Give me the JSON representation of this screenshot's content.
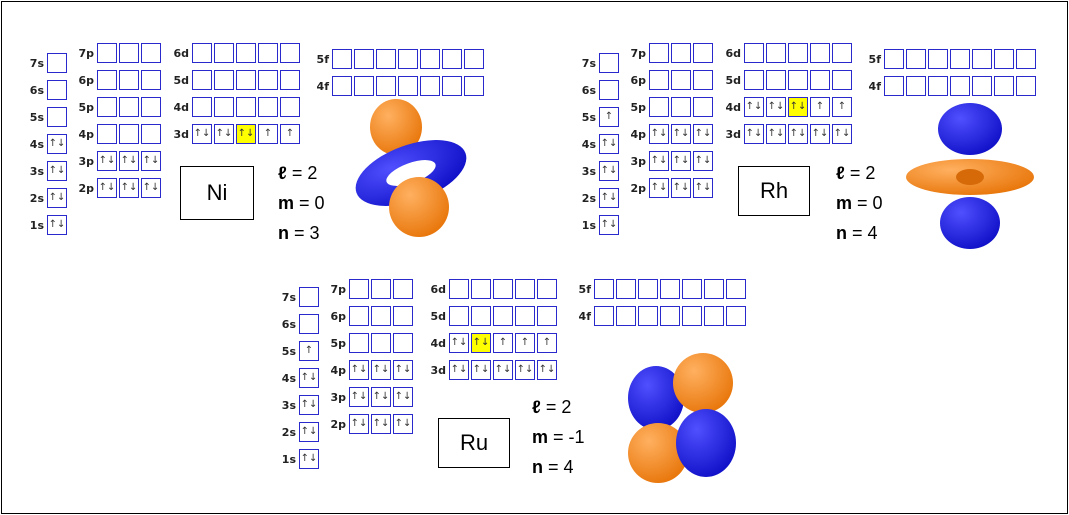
{
  "panels": [
    {
      "element": "Ni",
      "quantum": {
        "l_label": "ℓ",
        "l_value": "2",
        "m_label": "m",
        "m_value": "0",
        "n_label": "n",
        "n_value": "3"
      },
      "orbital_shape": "dz2",
      "shells": {
        "s": [
          {
            "label": "7s",
            "fill": [
              ""
            ]
          },
          {
            "label": "6s",
            "fill": [
              ""
            ]
          },
          {
            "label": "5s",
            "fill": [
              ""
            ]
          },
          {
            "label": "4s",
            "fill": [
              "↑↓"
            ]
          },
          {
            "label": "3s",
            "fill": [
              "↑↓"
            ]
          },
          {
            "label": "2s",
            "fill": [
              "↑↓"
            ]
          },
          {
            "label": "1s",
            "fill": [
              "↑↓"
            ]
          }
        ],
        "p": [
          {
            "label": "7p",
            "fill": [
              "",
              "",
              ""
            ]
          },
          {
            "label": "6p",
            "fill": [
              "",
              "",
              ""
            ]
          },
          {
            "label": "5p",
            "fill": [
              "",
              "",
              ""
            ]
          },
          {
            "label": "4p",
            "fill": [
              "",
              "",
              ""
            ]
          },
          {
            "label": "3p",
            "fill": [
              "↑↓",
              "↑↓",
              "↑↓"
            ]
          },
          {
            "label": "2p",
            "fill": [
              "↑↓",
              "↑↓",
              "↑↓"
            ]
          }
        ],
        "d": [
          {
            "label": "6d",
            "fill": [
              "",
              "",
              "",
              "",
              ""
            ]
          },
          {
            "label": "5d",
            "fill": [
              "",
              "",
              "",
              "",
              ""
            ]
          },
          {
            "label": "4d",
            "fill": [
              "",
              "",
              "",
              "",
              ""
            ]
          },
          {
            "label": "3d",
            "fill": [
              "↑↓",
              "↑↓",
              "↑↓",
              "↑",
              "↑"
            ],
            "highlight": 2
          }
        ],
        "f": [
          {
            "label": "5f",
            "fill": [
              "",
              "",
              "",
              "",
              "",
              "",
              ""
            ]
          },
          {
            "label": "4f",
            "fill": [
              "",
              "",
              "",
              "",
              "",
              "",
              ""
            ]
          }
        ]
      }
    },
    {
      "element": "Rh",
      "quantum": {
        "l_label": "ℓ",
        "l_value": "2",
        "m_label": "m",
        "m_value": "0",
        "n_label": "n",
        "n_value": "4"
      },
      "orbital_shape": "dz2",
      "shells": {
        "s": [
          {
            "label": "7s",
            "fill": [
              ""
            ]
          },
          {
            "label": "6s",
            "fill": [
              ""
            ]
          },
          {
            "label": "5s",
            "fill": [
              "↑"
            ]
          },
          {
            "label": "4s",
            "fill": [
              "↑↓"
            ]
          },
          {
            "label": "3s",
            "fill": [
              "↑↓"
            ]
          },
          {
            "label": "2s",
            "fill": [
              "↑↓"
            ]
          },
          {
            "label": "1s",
            "fill": [
              "↑↓"
            ]
          }
        ],
        "p": [
          {
            "label": "7p",
            "fill": [
              "",
              "",
              ""
            ]
          },
          {
            "label": "6p",
            "fill": [
              "",
              "",
              ""
            ]
          },
          {
            "label": "5p",
            "fill": [
              "",
              "",
              ""
            ]
          },
          {
            "label": "4p",
            "fill": [
              "↑↓",
              "↑↓",
              "↑↓"
            ]
          },
          {
            "label": "3p",
            "fill": [
              "↑↓",
              "↑↓",
              "↑↓"
            ]
          },
          {
            "label": "2p",
            "fill": [
              "↑↓",
              "↑↓",
              "↑↓"
            ]
          }
        ],
        "d": [
          {
            "label": "6d",
            "fill": [
              "",
              "",
              "",
              "",
              ""
            ]
          },
          {
            "label": "5d",
            "fill": [
              "",
              "",
              "",
              "",
              ""
            ]
          },
          {
            "label": "4d",
            "fill": [
              "↑↓",
              "↑↓",
              "↑↓",
              "↑",
              "↑"
            ],
            "highlight": 2
          },
          {
            "label": "3d",
            "fill": [
              "↑↓",
              "↑↓",
              "↑↓",
              "↑↓",
              "↑↓"
            ]
          }
        ],
        "f": [
          {
            "label": "5f",
            "fill": [
              "",
              "",
              "",
              "",
              "",
              "",
              ""
            ]
          },
          {
            "label": "4f",
            "fill": [
              "",
              "",
              "",
              "",
              "",
              "",
              ""
            ]
          }
        ]
      }
    },
    {
      "element": "Ru",
      "quantum": {
        "l_label": "ℓ",
        "l_value": "2",
        "m_label": "m",
        "m_value": "-1",
        "n_label": "n",
        "n_value": "4"
      },
      "orbital_shape": "dxz",
      "shells": {
        "s": [
          {
            "label": "7s",
            "fill": [
              ""
            ]
          },
          {
            "label": "6s",
            "fill": [
              ""
            ]
          },
          {
            "label": "5s",
            "fill": [
              "↑"
            ]
          },
          {
            "label": "4s",
            "fill": [
              "↑↓"
            ]
          },
          {
            "label": "3s",
            "fill": [
              "↑↓"
            ]
          },
          {
            "label": "2s",
            "fill": [
              "↑↓"
            ]
          },
          {
            "label": "1s",
            "fill": [
              "↑↓"
            ]
          }
        ],
        "p": [
          {
            "label": "7p",
            "fill": [
              "",
              "",
              ""
            ]
          },
          {
            "label": "6p",
            "fill": [
              "",
              "",
              ""
            ]
          },
          {
            "label": "5p",
            "fill": [
              "",
              "",
              ""
            ]
          },
          {
            "label": "4p",
            "fill": [
              "↑↓",
              "↑↓",
              "↑↓"
            ]
          },
          {
            "label": "3p",
            "fill": [
              "↑↓",
              "↑↓",
              "↑↓"
            ]
          },
          {
            "label": "2p",
            "fill": [
              "↑↓",
              "↑↓",
              "↑↓"
            ]
          }
        ],
        "d": [
          {
            "label": "6d",
            "fill": [
              "",
              "",
              "",
              "",
              ""
            ]
          },
          {
            "label": "5d",
            "fill": [
              "",
              "",
              "",
              "",
              ""
            ]
          },
          {
            "label": "4d",
            "fill": [
              "↑↓",
              "↑↓",
              "↑",
              "↑",
              "↑"
            ],
            "highlight": 1
          },
          {
            "label": "3d",
            "fill": [
              "↑↓",
              "↑↓",
              "↑↓",
              "↑↓",
              "↑↓"
            ]
          }
        ],
        "f": [
          {
            "label": "5f",
            "fill": [
              "",
              "",
              "",
              "",
              "",
              "",
              ""
            ]
          },
          {
            "label": "4f",
            "fill": [
              "",
              "",
              "",
              "",
              "",
              "",
              ""
            ]
          }
        ]
      }
    }
  ],
  "colors": {
    "lobe_orange": "#e8760a",
    "lobe_blue": "#1010c8",
    "highlight": "#ffff00",
    "box_border": "#2a2acc"
  }
}
